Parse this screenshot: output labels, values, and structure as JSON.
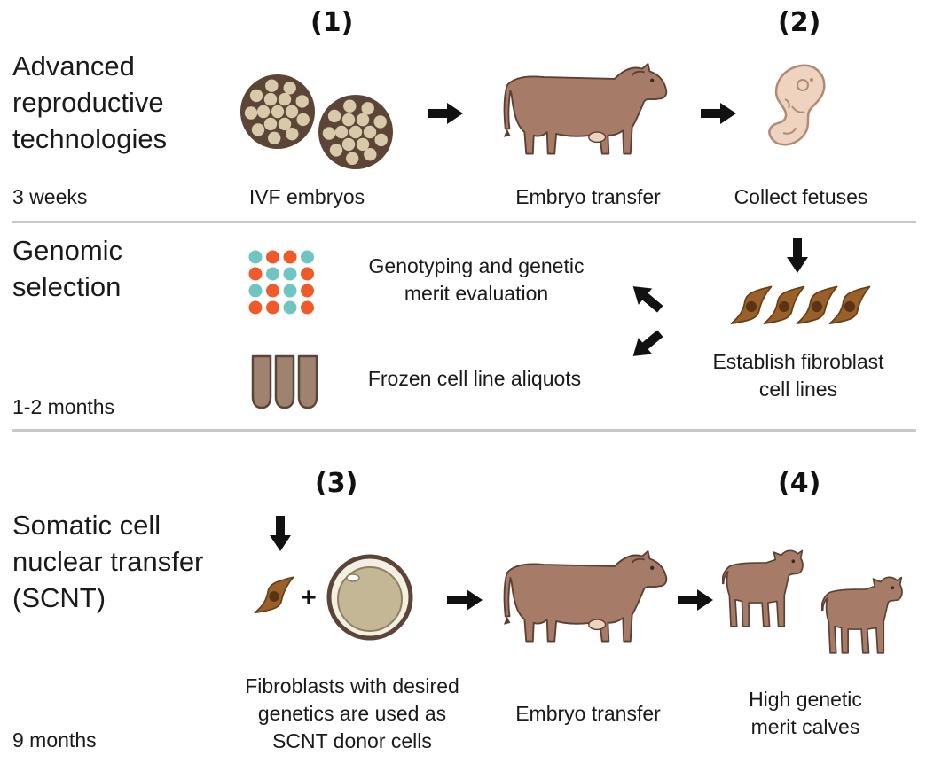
{
  "sections": {
    "art": {
      "title_lines": [
        "Advanced",
        "reproductive",
        "technologies"
      ],
      "duration": "3 weeks"
    },
    "genomic": {
      "title_lines": [
        "Genomic",
        "selection"
      ],
      "duration": "1-2 months"
    },
    "scnt": {
      "title_lines": [
        "Somatic cell",
        "nuclear transfer",
        "(SCNT)"
      ],
      "duration": "9 months"
    }
  },
  "steps": {
    "s1": "(1)",
    "s2": "(2)",
    "s3": "(3)",
    "s4": "(4)"
  },
  "captions": {
    "ivf_embryos": "IVF embryos",
    "embryo_transfer_1": "Embryo transfer",
    "collect_fetuses": "Collect fetuses",
    "genotyping": [
      "Genotyping and genetic",
      "merit evaluation"
    ],
    "frozen_aliquots": "Frozen cell line aliquots",
    "fibroblast_lines": [
      "Establish fibroblast",
      "cell lines"
    ],
    "fibroblasts_donor": [
      "Fibroblasts with desired",
      "genetics are used as",
      "SCNT donor cells"
    ],
    "embryo_transfer_2": "Embryo transfer",
    "calves": [
      "High genetic",
      "merit calves"
    ]
  },
  "plus_sign": "+",
  "icons": {
    "embryo": "ivf-embryo-icon",
    "cow": "cow-icon",
    "fetus": "fetus-icon",
    "genotype_grid": "genotype-dot-grid-icon",
    "tube": "cell-aliquot-tube-icon",
    "fibroblast": "fibroblast-cell-icon",
    "oocyte": "oocyte-icon",
    "calf": "calf-icon",
    "arrow": "arrow-icon"
  },
  "colors": {
    "cow": "#a67c68",
    "cow_outline": "#5c4033",
    "embryo_shell": "#5c4536",
    "embryo_cell": "#d7c9a9",
    "fetus": "#edd3c0",
    "fetus_outline": "#b18a74",
    "fibroblast": "#99602a",
    "fibroblast_nucleus": "#5a3317",
    "oocyte_fill": "#c4b795",
    "oocyte_shell": "#5c4536",
    "tube": "#a08270",
    "dot_teal": "#6ec5c1",
    "dot_orange": "#f05a28",
    "arrow": "#111111",
    "divider": "#c8c8c8"
  },
  "genotype_grid": [
    [
      "teal",
      "orange",
      "orange",
      "teal"
    ],
    [
      "orange",
      "teal",
      "teal",
      "orange"
    ],
    [
      "teal",
      "orange",
      "teal",
      "orange"
    ],
    [
      "orange",
      "orange",
      "teal",
      "orange"
    ]
  ]
}
